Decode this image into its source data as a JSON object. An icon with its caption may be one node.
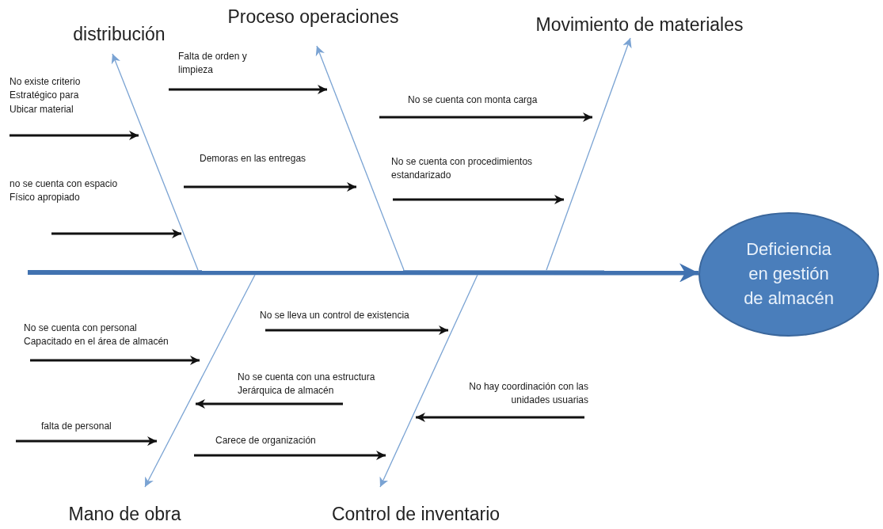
{
  "diagram": {
    "nodes": [
      {
        "text": [
          "distribución"
        ]
      },
      {
        "text": [
          "Proceso operaciones"
        ]
      },
      {
        "text": [
          "Movimiento de materiales"
        ]
      },
      {
        "text": [
          "No existe criterio Estratégico para Ubicar material"
        ]
      },
      {
        "text": [
          "Falta de orden y limpieza"
        ]
      },
      {
        "text": [
          "No se cuenta con monta carga"
        ]
      },
      {
        "text": [
          "no se cuenta con espacio Físico apropiado"
        ]
      },
      {
        "text": [
          "Demoras en las entregas"
        ]
      },
      {
        "text": [
          "No se cuenta con procedimientos estandarizado"
        ]
      },
      {
        "text": [
          "Deficiencia en gestión de almacén"
        ]
      },
      {
        "text": [
          "No se cuenta con personal Capacitado en el área de almacén"
        ]
      },
      {
        "text": [
          "No se lleva un control de existencia"
        ]
      },
      {
        "text": [
          "No se cuenta con una estructura Jerárquica de almacén"
        ]
      },
      {
        "text": [
          "No hay coordinación con las unidades usuarias"
        ]
      },
      {
        "text": [
          "falta de personal"
        ]
      },
      {
        "text": [
          "Carece de organización"
        ]
      },
      {
        "text": [
          "Mano de obra"
        ]
      },
      {
        "text": [
          "Control de inventario"
        ]
      }
    ],
    "edges": [
      {
        "from": null,
        "to": 9,
        "arrow": "to",
        "style": "thick",
        "color": "#4172b0"
      },
      {
        "from": null,
        "to": 0,
        "arrow": "to",
        "color": "#7aa3d3"
      },
      {
        "from": null,
        "to": 1,
        "arrow": "to",
        "color": "#7aa3d3"
      },
      {
        "from": null,
        "to": 2,
        "arrow": "to",
        "color": "#7aa3d3"
      },
      {
        "from": null,
        "to": 16,
        "arrow": "to",
        "color": "#7aa3d3"
      },
      {
        "from": null,
        "to": 17,
        "arrow": "to",
        "color": "#7aa3d3"
      },
      {
        "from": 3,
        "to": null,
        "arrow": "to"
      },
      {
        "from": 4,
        "to": null,
        "arrow": "to"
      },
      {
        "from": 5,
        "to": null,
        "arrow": "to"
      },
      {
        "from": 6,
        "to": null,
        "arrow": "to"
      },
      {
        "from": 7,
        "to": null,
        "arrow": "to"
      },
      {
        "from": 8,
        "to": null,
        "arrow": "to"
      },
      {
        "from": 10,
        "to": null,
        "arrow": "to"
      },
      {
        "from": 11,
        "to": null,
        "arrow": "to"
      },
      {
        "from": 12,
        "to": null,
        "arrow": "to"
      },
      {
        "from": 13,
        "to": null,
        "arrow": "to"
      },
      {
        "from": 14,
        "to": null,
        "arrow": "to"
      },
      {
        "from": 15,
        "to": null,
        "arrow": "to"
      }
    ]
  }
}
